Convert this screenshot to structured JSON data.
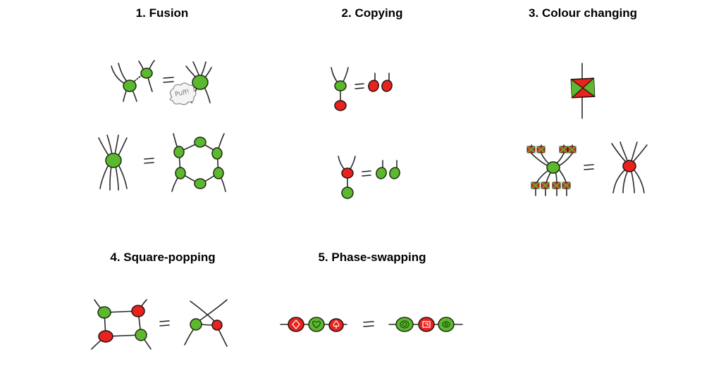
{
  "rules": [
    {
      "number": "1.",
      "title": "Fusion"
    },
    {
      "number": "2.",
      "title": "Copying"
    },
    {
      "number": "3.",
      "title": "Colour changing"
    },
    {
      "number": "4.",
      "title": "Square-popping"
    },
    {
      "number": "5.",
      "title": "Phase-swapping"
    }
  ],
  "annotations": {
    "puff": "Puff!"
  },
  "colors": {
    "green": "#5cb82e",
    "red": "#e8231e",
    "line": "#2a2a2a"
  },
  "icons": [
    "green-spider-icon",
    "red-spider-icon",
    "hadamard-box-icon",
    "equals-sign-icon",
    "puff-cloud-icon"
  ]
}
